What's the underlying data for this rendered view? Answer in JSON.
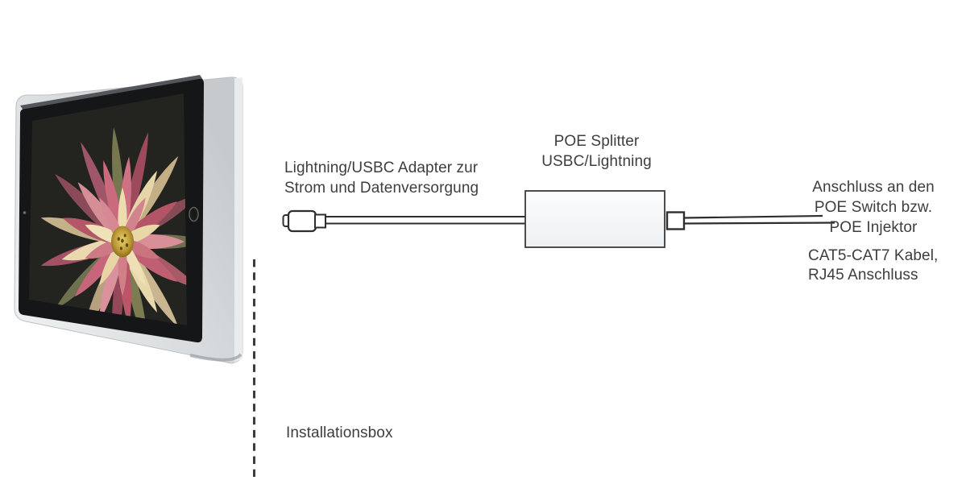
{
  "page": {
    "background": "#ffffff"
  },
  "device": {
    "description": "wall-mounted tablet in silver frame, side view",
    "screen_content": "dahlia-flower-photo",
    "frame_color": "#d7dadc",
    "bezel_color": "#141617",
    "flower_palette": [
      "#9c4a5c",
      "#c9b691",
      "#e6d5a8",
      "#6e6f4e",
      "#c8a23c"
    ]
  },
  "diagram": {
    "adapter_label": [
      "Lightning/USBC Adapter zur",
      "Strom und Datenversorgung"
    ],
    "splitter_label": [
      "POE Splitter",
      "USBC/Lightning"
    ],
    "switch_label": [
      "Anschluss an den",
      "POE Switch bzw.",
      "POE Injektor"
    ],
    "cable_label": [
      "CAT5-CAT7 Kabel,",
      "RJ45 Anschluss"
    ],
    "installation_label": "Installationsbox",
    "colors": {
      "line": "#2e2e2e",
      "text": "#3e3e3e",
      "splitter_fill_top": "#fcfdfe",
      "splitter_fill_bottom": "#edf0f2",
      "dashed_boundary": "#3c3c3c"
    }
  }
}
